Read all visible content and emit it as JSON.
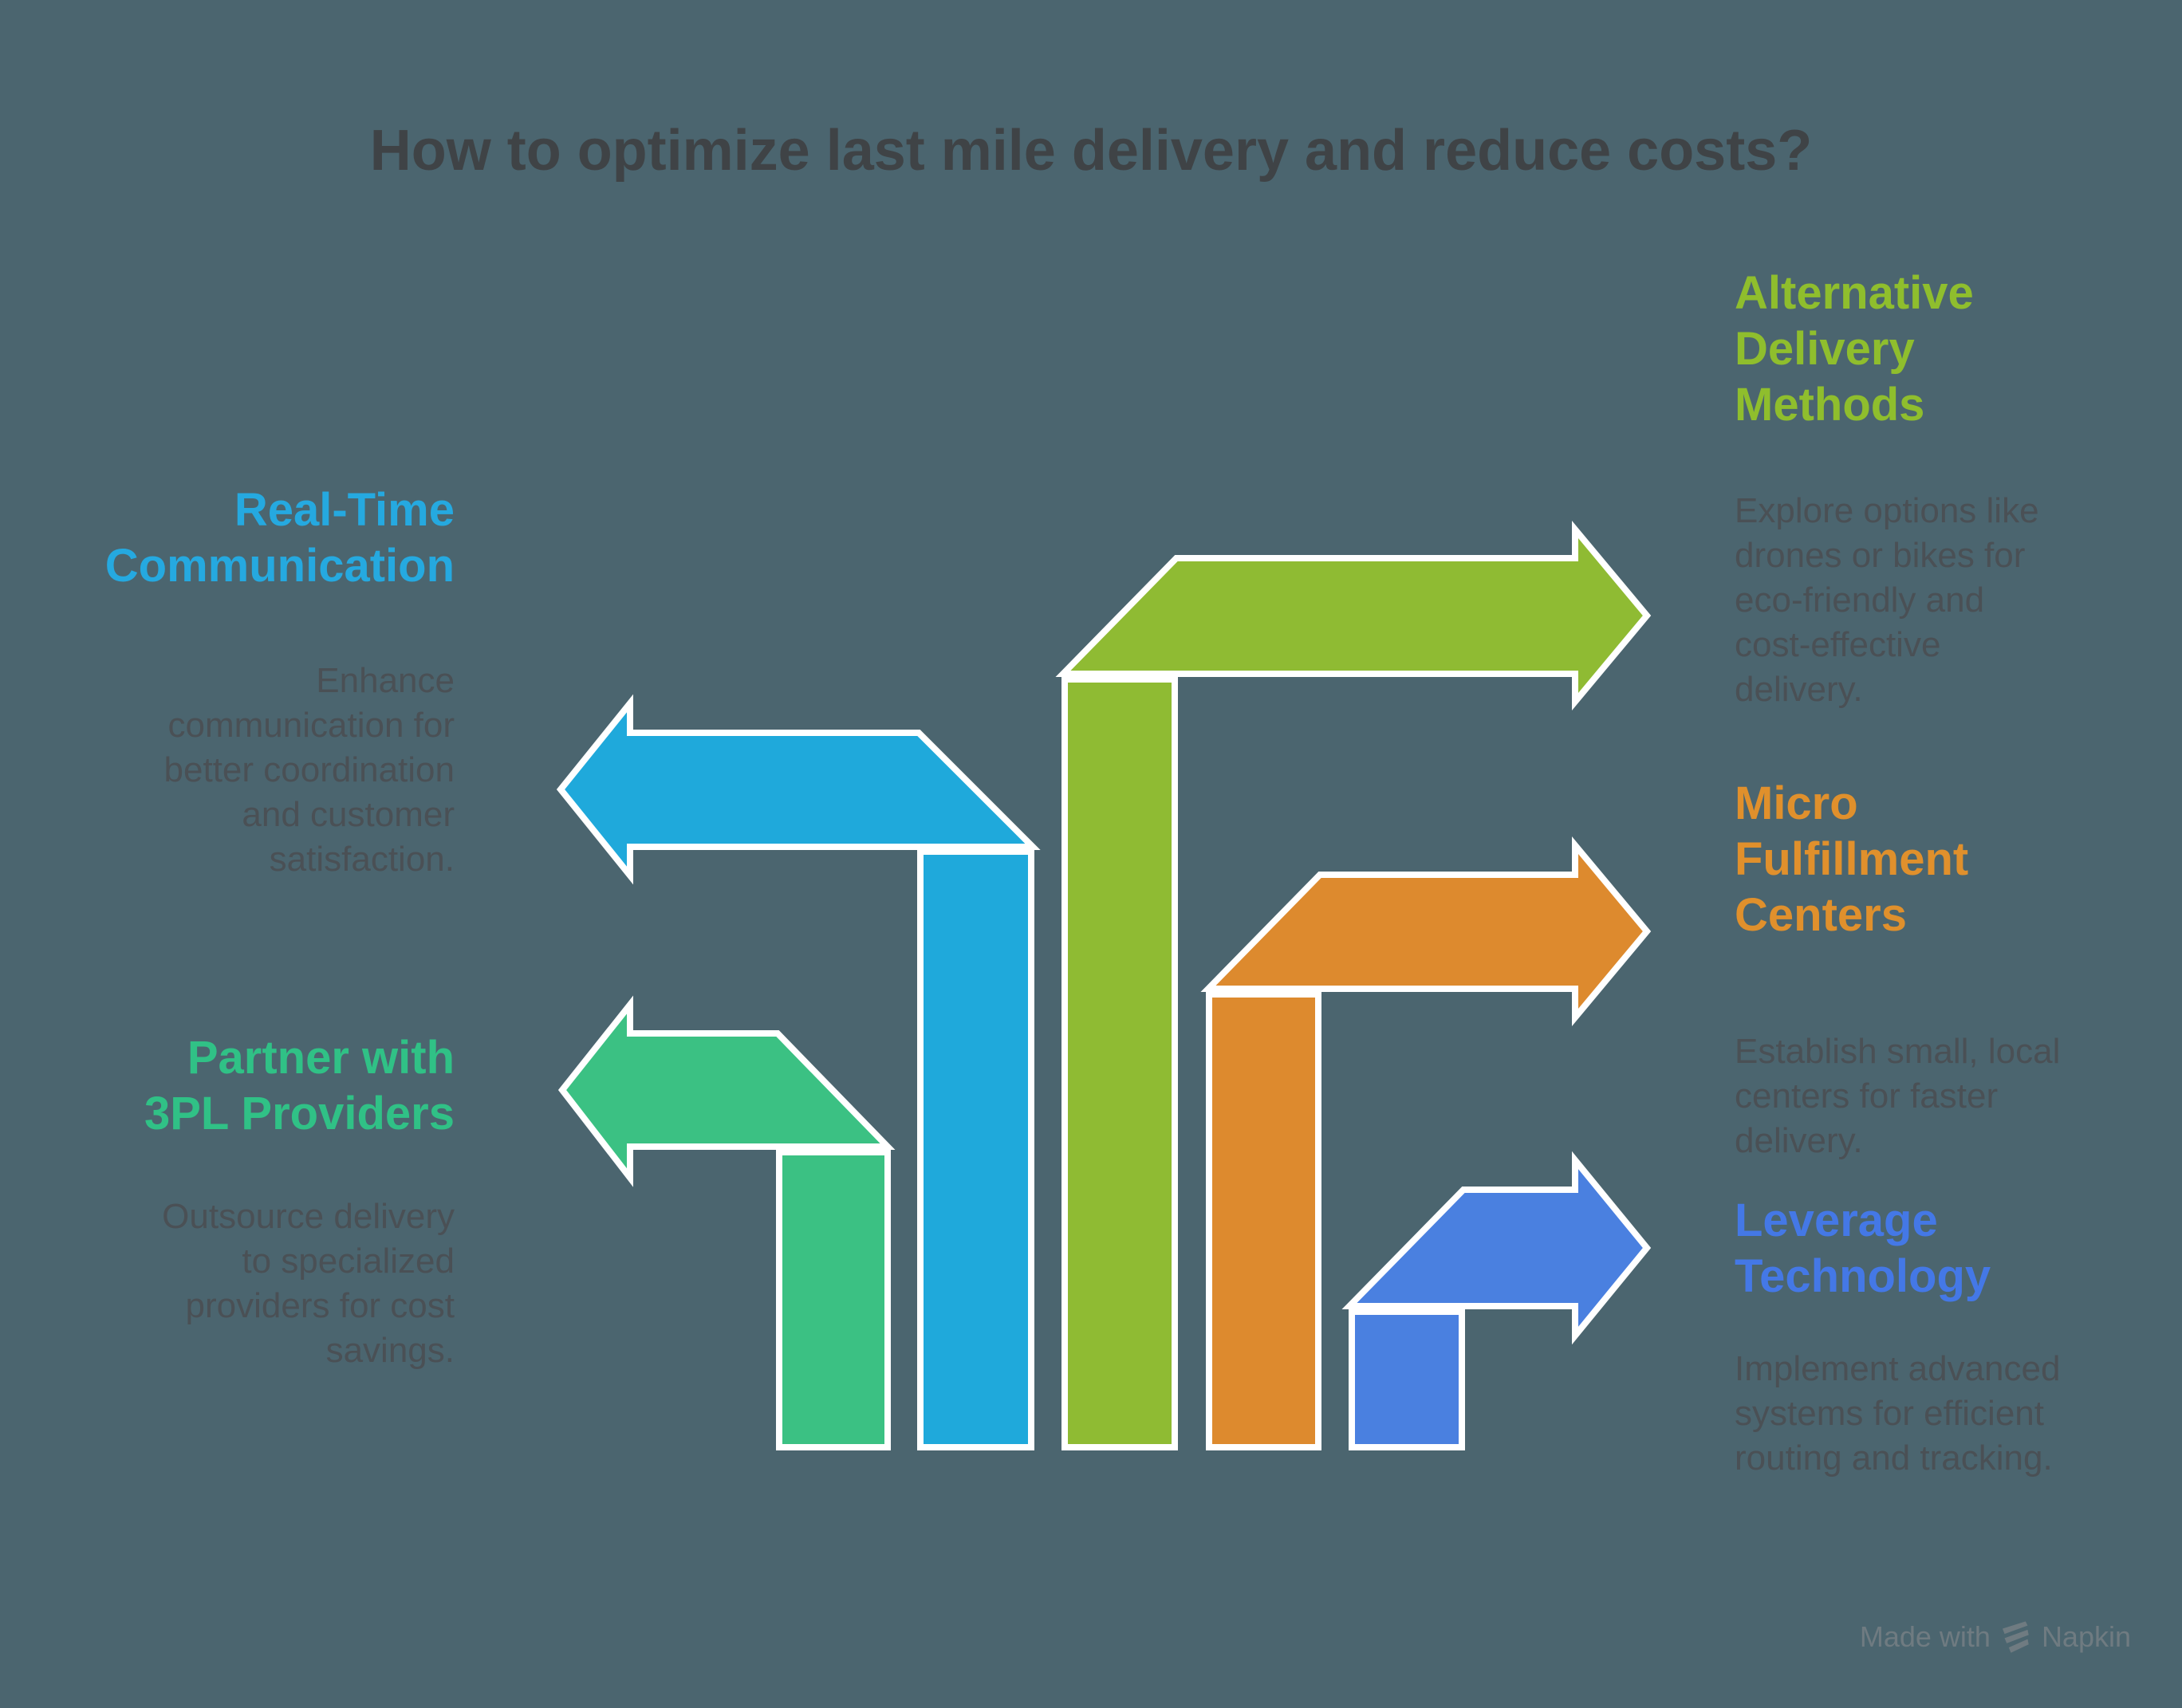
{
  "background": "#4B656F",
  "stroke": "#FFFFFF",
  "title": {
    "text": "How to optimize last mile delivery and reduce costs?",
    "color": "#3F4346"
  },
  "body_text_color": "#4A5055",
  "sections": [
    {
      "id": "real-time-communication",
      "heading": "Real-Time\nCommunication",
      "description": "Enhance\ncommunication for\nbetter coordination\nand customer\nsatisfaction.",
      "color": "#25A9E0",
      "arrow_color": "#1FA9DB",
      "side": "left",
      "arrow_direction": "left"
    },
    {
      "id": "alternative-delivery-methods",
      "heading": "Alternative\nDelivery\nMethods",
      "description": "Explore options like\ndrones or bikes for\neco-friendly and\ncost-effective\ndelivery.",
      "color": "#8FBE2D",
      "arrow_color": "#8FBB33",
      "side": "right",
      "arrow_direction": "right"
    },
    {
      "id": "partner-with-3pl-providers",
      "heading": "Partner with\n3PL Providers",
      "description": "Outsource delivery\nto specialized\nproviders for cost\nsavings.",
      "color": "#30C186",
      "arrow_color": "#3BC183",
      "side": "left",
      "arrow_direction": "left"
    },
    {
      "id": "micro-fulfillment-centers",
      "heading": "Micro\nFulfillment\nCenters",
      "description": "Establish small, local\ncenters for faster\ndelivery.",
      "color": "#E0902C",
      "arrow_color": "#DD8A2E",
      "side": "right",
      "arrow_direction": "right"
    },
    {
      "id": "leverage-technology",
      "heading": "Leverage\nTechnology",
      "description": "Implement advanced\nsystems for efficient\nrouting and tracking.",
      "color": "#4478E6",
      "arrow_color": "#4A80E0",
      "side": "right",
      "arrow_direction": "right"
    }
  ],
  "footer": {
    "made_with": "Made with",
    "brand": "Napkin",
    "color": "#6F7B81"
  }
}
